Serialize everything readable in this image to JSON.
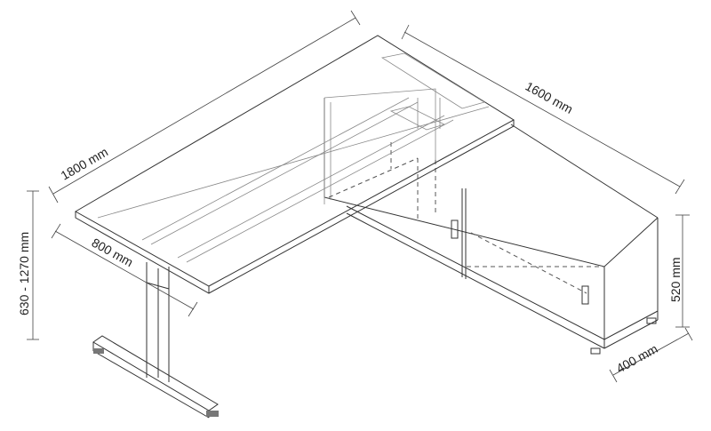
{
  "dimensions": {
    "desk_length": "1800 mm",
    "return_length": "1600 mm",
    "desk_depth": "800 mm",
    "height_range": "630 - 1270 mm",
    "cabinet_height": "520 mm",
    "cabinet_depth": "400 mm"
  }
}
